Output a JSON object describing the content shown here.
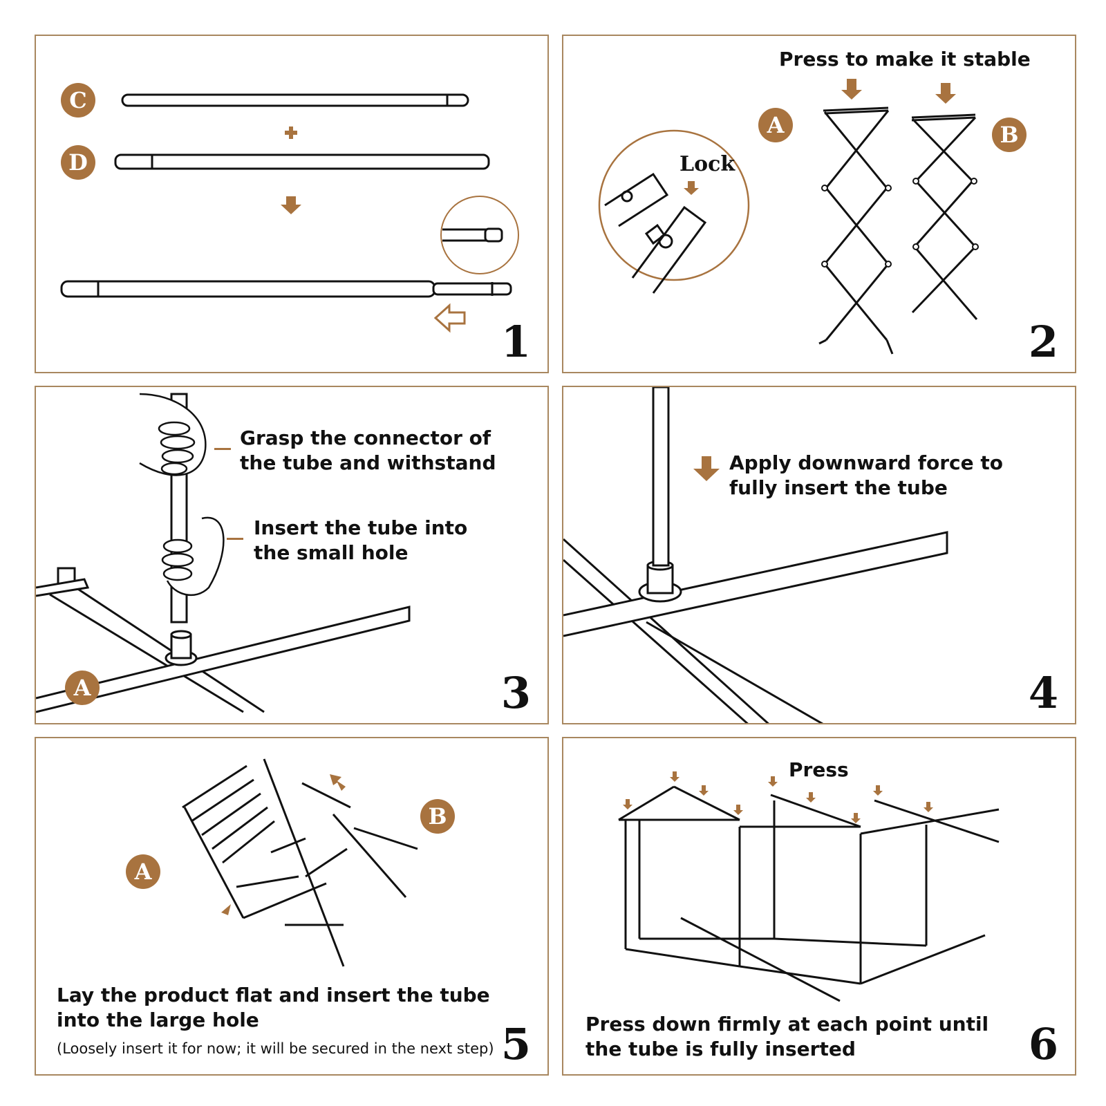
{
  "accent_color": "#a8733f",
  "border_color": "#a8875f",
  "steps": [
    {
      "number": "1",
      "badges": [
        "C",
        "D"
      ],
      "icons": [
        "plus-icon",
        "arrow-down-icon",
        "arrow-left-outline-icon"
      ]
    },
    {
      "number": "2",
      "caption": "Press to make it stable",
      "lock_label": "Lock",
      "badges": [
        "A",
        "B"
      ],
      "icons": [
        "arrow-down-icon"
      ]
    },
    {
      "number": "3",
      "caption_1": [
        "Grasp the connector of",
        "the tube and withstand"
      ],
      "caption_2": [
        "Insert the tube into",
        "the small hole"
      ],
      "badges": [
        "A"
      ]
    },
    {
      "number": "4",
      "caption": [
        "Apply downward force to",
        "fully insert the tube"
      ],
      "icons": [
        "arrow-down-icon"
      ]
    },
    {
      "number": "5",
      "caption": [
        "Lay the product flat and insert the tube",
        "into the large hole"
      ],
      "note": "(Loosely insert it for now; it will be secured in the next step)",
      "badges": [
        "A",
        "B"
      ]
    },
    {
      "number": "6",
      "press_label": "Press",
      "caption": [
        "Press down firmly at each point until",
        "the tube is fully inserted"
      ]
    }
  ]
}
